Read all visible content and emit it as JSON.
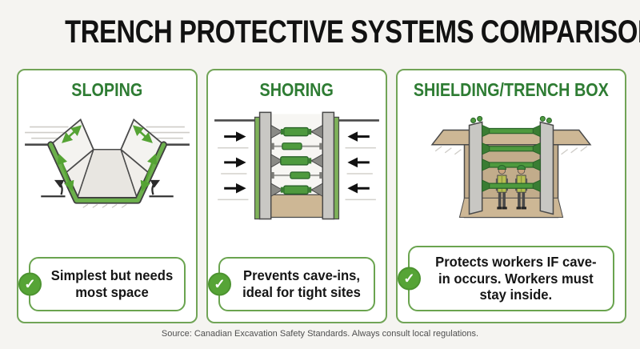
{
  "page": {
    "title": "TRENCH PROTECTIVE SYSTEMS COMPARISON",
    "footer": "Source: Canadian Excavation Safety Standards. Always consult local regulations."
  },
  "icons": {
    "check": "✓"
  },
  "colors": {
    "page_background": "#f5f4f1",
    "card_background": "#ffffff",
    "card_border_green": "#71a457",
    "heading_green": "#2e7c33",
    "check_circle_green": "#56a436",
    "note_text_dark": "#151515",
    "title_black": "#121212",
    "footer_gray": "#4f4f4f",
    "illustration_edge_green": "#6cb04c",
    "illustration_machine_green": "#4e9a3e",
    "soil_tan": "#cdb795"
  },
  "cards": [
    {
      "id": "sloping",
      "heading": "SLOPING",
      "illustration": "sloped-trench-cross-section-with-angle-arrows",
      "note": "Simplest but needs most space"
    },
    {
      "id": "shoring",
      "heading": "SHORING",
      "illustration": "vertical-trench-with-hydraulic-cross-braces-and-inward-pressure-arrows",
      "note": "Prevents cave-ins, ideal for tight sites"
    },
    {
      "id": "shielding",
      "heading": "SHIELDING/TRENCH BOX",
      "illustration": "trench-box-with-spreader-bars-and-two-workers-inside",
      "note": "Protects workers IF cave-in occurs. Workers must stay inside."
    }
  ]
}
